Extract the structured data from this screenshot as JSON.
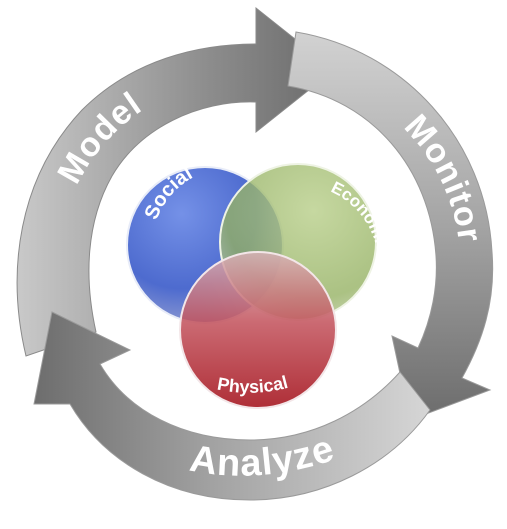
{
  "cycle": {
    "steps": [
      {
        "key": "model",
        "label": "Model"
      },
      {
        "key": "monitor",
        "label": "Monitor"
      },
      {
        "key": "analyze",
        "label": "Analyze"
      }
    ],
    "colors": {
      "arrow_light": "#b9b9b9",
      "arrow_dark": "#6e6e6e",
      "label": "#ffffff"
    }
  },
  "venn": {
    "sets": [
      {
        "key": "social",
        "label": "Social",
        "color": "#4d6fd0"
      },
      {
        "key": "economic",
        "label": "Economic",
        "color": "#a8c27a"
      },
      {
        "key": "physical",
        "label": "Physical",
        "color": "#b0121b"
      }
    ]
  }
}
